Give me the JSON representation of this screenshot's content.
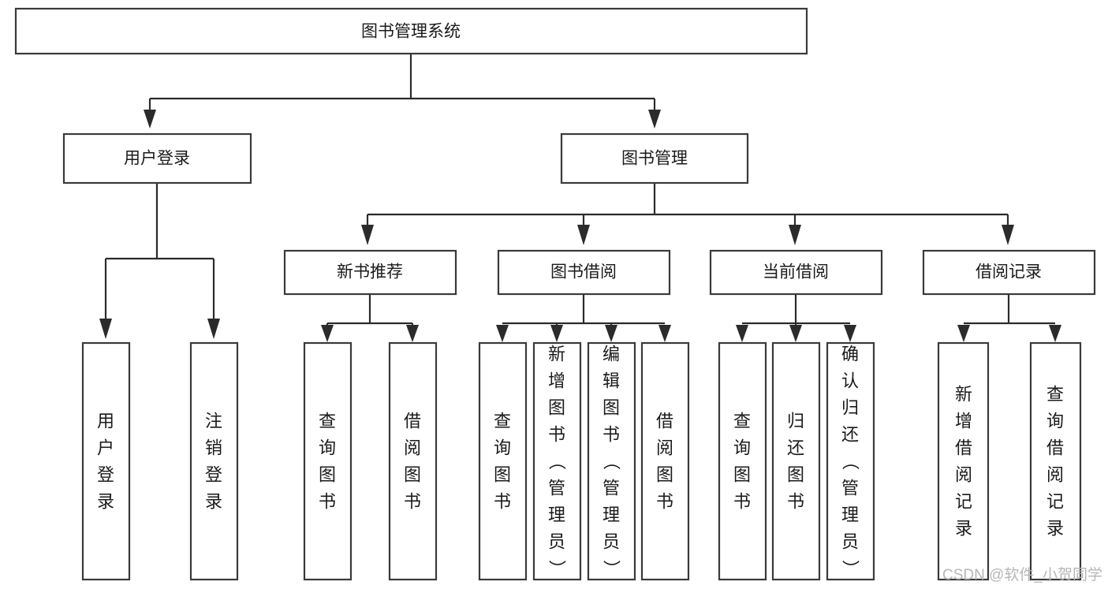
{
  "diagram": {
    "title": "图书管理系统",
    "type": "tree-hierarchy",
    "root": {
      "id": "root",
      "label": "图书管理系统",
      "orientation": "horizontal"
    },
    "level2": [
      {
        "id": "user-login",
        "label": "用户登录",
        "orientation": "horizontal"
      },
      {
        "id": "book-management",
        "label": "图书管理",
        "orientation": "horizontal"
      }
    ],
    "level3": [
      {
        "id": "new-book-recommend",
        "label": "新书推荐",
        "orientation": "horizontal",
        "parent": "book-management"
      },
      {
        "id": "book-borrow",
        "label": "图书借阅",
        "orientation": "horizontal",
        "parent": "book-management"
      },
      {
        "id": "current-borrow",
        "label": "当前借阅",
        "orientation": "horizontal",
        "parent": "book-management"
      },
      {
        "id": "borrow-record",
        "label": "借阅记录",
        "orientation": "horizontal",
        "parent": "book-management"
      }
    ],
    "leaves": [
      {
        "id": "leaf-user-login",
        "label": "用户登录",
        "parent": "user-login",
        "orientation": "vertical"
      },
      {
        "id": "leaf-logout-login",
        "label": "注销登录",
        "parent": "user-login",
        "orientation": "vertical"
      },
      {
        "id": "leaf-query-book-1",
        "label": "查询图书",
        "parent": "new-book-recommend",
        "orientation": "vertical"
      },
      {
        "id": "leaf-borrow-book-1",
        "label": "借阅图书",
        "parent": "new-book-recommend",
        "orientation": "vertical"
      },
      {
        "id": "leaf-query-book-2",
        "label": "查询图书",
        "parent": "book-borrow",
        "orientation": "vertical"
      },
      {
        "id": "leaf-add-book",
        "label": "新增图书（管理员）",
        "parent": "book-borrow",
        "orientation": "vertical"
      },
      {
        "id": "leaf-edit-book",
        "label": "编辑图书（管理员）",
        "parent": "book-borrow",
        "orientation": "vertical"
      },
      {
        "id": "leaf-borrow-book-2",
        "label": "借阅图书",
        "parent": "book-borrow",
        "orientation": "vertical"
      },
      {
        "id": "leaf-query-book-3",
        "label": "查询图书",
        "parent": "current-borrow",
        "orientation": "vertical"
      },
      {
        "id": "leaf-return-book",
        "label": "归还图书",
        "parent": "current-borrow",
        "orientation": "vertical"
      },
      {
        "id": "leaf-confirm-return",
        "label": "确认归还（管理员）",
        "parent": "current-borrow",
        "orientation": "vertical"
      },
      {
        "id": "leaf-add-record",
        "label": "新增借阅记录",
        "parent": "borrow-record",
        "orientation": "vertical"
      },
      {
        "id": "leaf-query-record",
        "label": "查询借阅记录",
        "parent": "borrow-record",
        "orientation": "vertical"
      }
    ],
    "watermark": "CSDN @软件_小贺同学",
    "colors": {
      "box_stroke": "#3a3a3a",
      "box_fill": "#ffffff",
      "connector": "#2b2b2b",
      "text": "#1a1a1a",
      "watermark": "#b6b6b6",
      "background": "#ffffff"
    }
  }
}
